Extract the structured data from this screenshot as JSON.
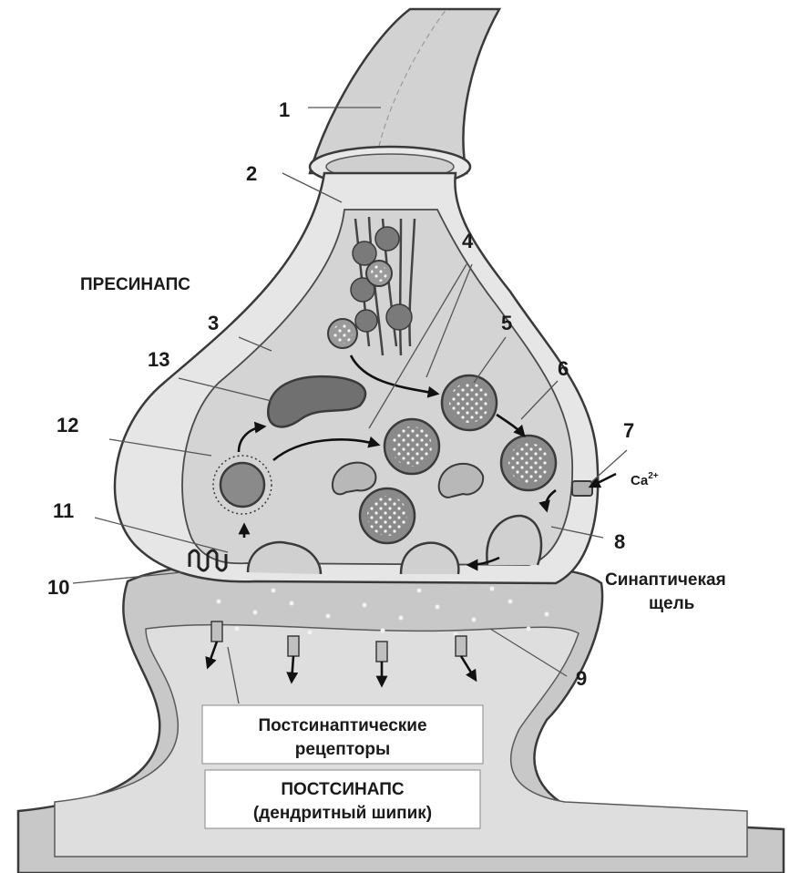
{
  "labels": {
    "n1": "1",
    "n2": "2",
    "n3": "3",
    "n4": "4",
    "n5": "5",
    "n6": "6",
    "n7": "7",
    "n8": "8",
    "n9": "9",
    "n10": "10",
    "n11": "11",
    "n12": "12",
    "n13": "13"
  },
  "presynapse": "ПРЕСИНАПС",
  "calcium": {
    "symbol": "Ca",
    "charge": "2+"
  },
  "cleft": {
    "line1": "Синаптичекая",
    "line2": "щель"
  },
  "receptors_box": {
    "line1": "Постсинаптические",
    "line2": "рецепторы"
  },
  "postsynapse_box": {
    "line1": "ПОСТСИНАПС",
    "line2": "(дендритный шипик)"
  },
  "colors": {
    "membrane_fill": "#e2e2e2",
    "cytoplasm_fill": "#d4d4d4",
    "vesicle_fill": "#8c8c8c",
    "mitochondrion_fill": "#6e6e6e",
    "outline": "#3a3a3a"
  }
}
